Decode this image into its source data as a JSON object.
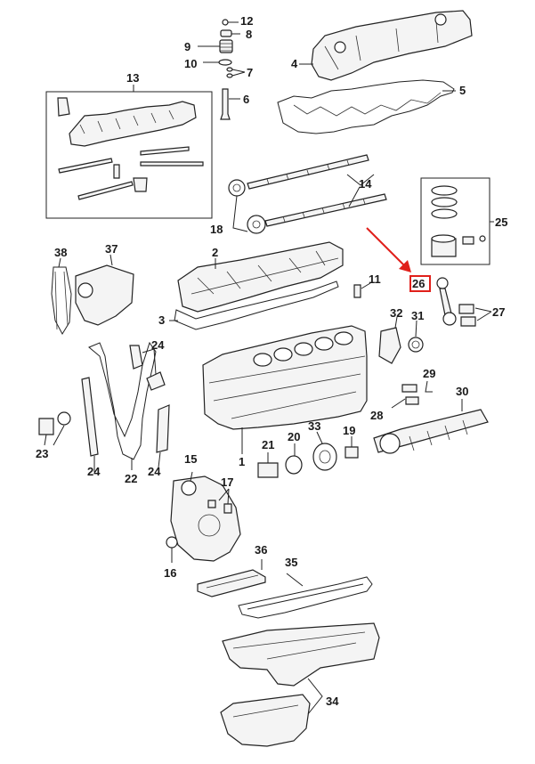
{
  "diagram": {
    "callouts": {
      "c1": "1",
      "c2": "2",
      "c3": "3",
      "c4": "4",
      "c5": "5",
      "c6": "6",
      "c7": "7",
      "c8": "8",
      "c9": "9",
      "c10": "10",
      "c11": "11",
      "c12": "12",
      "c13": "13",
      "c14": "14",
      "c15": "15",
      "c16": "16",
      "c17": "17",
      "c18": "18",
      "c19": "19",
      "c20": "20",
      "c21": "21",
      "c22": "22",
      "c23a": "23",
      "c24a": "24",
      "c24b": "24",
      "c24c": "24",
      "c25": "25",
      "c26": "26",
      "c27": "27",
      "c28": "28",
      "c29": "29",
      "c30": "30",
      "c31": "31",
      "c32": "32",
      "c33": "33",
      "c34": "34",
      "c35": "35",
      "c36": "36",
      "c37": "37",
      "c38": "38"
    },
    "highlight": {
      "label": "26",
      "box_color": "#e0201b",
      "arrow_color": "#e0201b"
    }
  }
}
